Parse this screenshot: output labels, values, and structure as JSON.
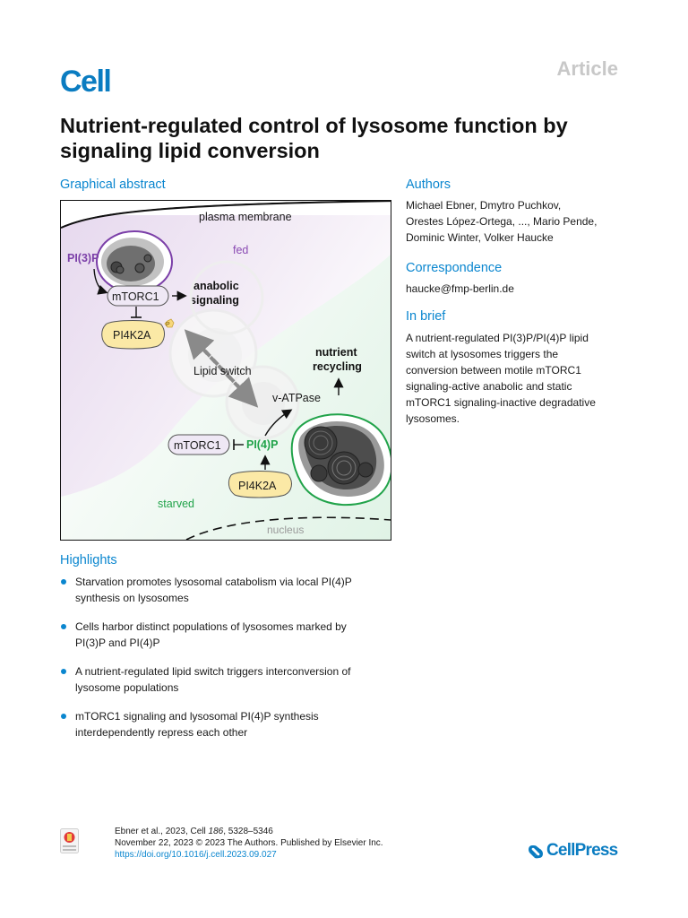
{
  "header": {
    "journal": "Cell",
    "article_type": "Article"
  },
  "title": "Nutrient-regulated control of lysosome function by signaling lipid conversion",
  "graphical_abstract": {
    "heading": "Graphical abstract",
    "labels": {
      "plasma_membrane": "plasma membrane",
      "fed": "fed",
      "pi3p": "PI(3)P",
      "mtorc1_top": "mTORC1",
      "anabolic_1": "anabolic",
      "anabolic_2": "signaling",
      "pi4k2a_top": "PI4K2A",
      "p_badge": "P",
      "lipid_switch": "Lipid switch",
      "nutrient_1": "nutrient",
      "nutrient_2": "recycling",
      "v_atpase": "v-ATPase",
      "mtorc1_bottom": "mTORC1",
      "pi4p": "PI(4)P",
      "pi4k2a_bottom": "PI4K2A",
      "starved": "starved",
      "nucleus": "nucleus"
    },
    "colors": {
      "purple": "#7b3fa8",
      "green": "#21a34a",
      "yellow": "#fbe9a6",
      "lavender": "#ede3f2"
    }
  },
  "authors": {
    "heading": "Authors",
    "lines": [
      "Michael Ebner, Dmytro Puchkov,",
      "Orestes López-Ortega, ..., Mario Pende,",
      "Dominic Winter, Volker Haucke"
    ]
  },
  "correspondence": {
    "heading": "Correspondence",
    "email": "haucke@fmp-berlin.de"
  },
  "in_brief": {
    "heading": "In brief",
    "lines": [
      "A nutrient-regulated PI(3)P/PI(4)P lipid",
      "switch at lysosomes triggers the",
      "conversion between motile mTORC1",
      "signaling-active anabolic and static",
      "mTORC1 signaling-inactive degradative",
      "lysosomes."
    ]
  },
  "highlights": {
    "heading": "Highlights",
    "items": [
      [
        "Starvation promotes lysosomal catabolism via local PI(4)P",
        "synthesis on lysosomes"
      ],
      [
        "Cells harbor distinct populations of lysosomes marked by",
        "PI(3)P and PI(4)P"
      ],
      [
        "A nutrient-regulated lipid switch triggers interconversion of",
        "lysosome populations"
      ],
      [
        "mTORC1 signaling and lysosomal PI(4)P synthesis",
        "interdependently repress each other"
      ]
    ]
  },
  "footer": {
    "citation_prefix": "Ebner et al., 2023, Cell ",
    "citation_volume": "186",
    "citation_pages": ", 5328–5346",
    "date_line": "November 22, 2023 © 2023 The Authors. Published by Elsevier Inc.",
    "doi": "https://doi.org/10.1016/j.cell.2023.09.027",
    "publisher": "CellPress",
    "crossmark_icon": "crossmark-icon"
  }
}
